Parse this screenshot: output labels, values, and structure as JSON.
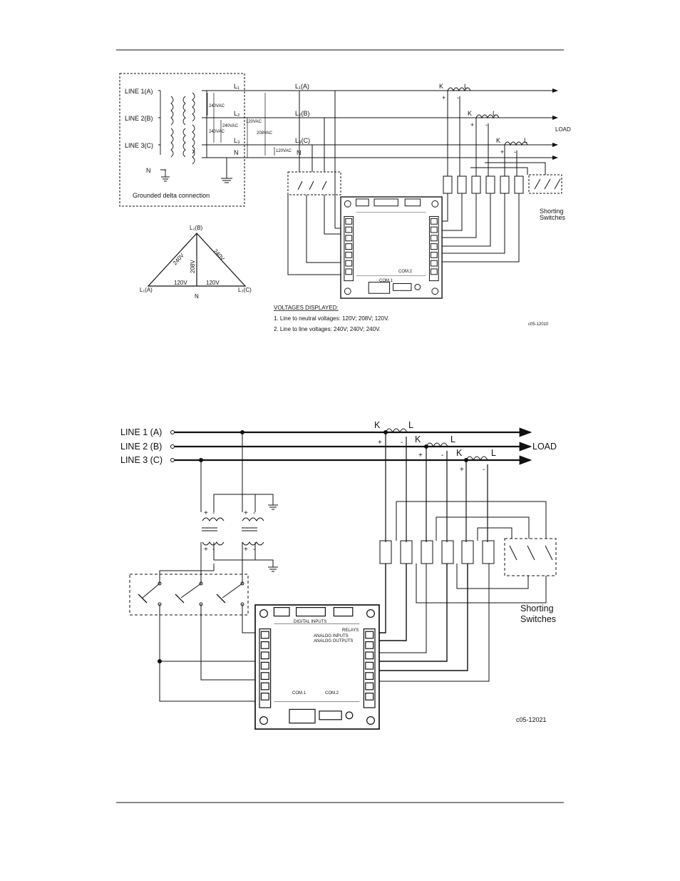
{
  "diagram1": {
    "lines": [
      "LINE 1(A)",
      "LINE 2(B)",
      "LINE 3(C)",
      "N"
    ],
    "box_caption": "Grounded delta connection",
    "voltages": [
      "240VAC",
      "240VAC",
      "240VAC",
      "120VAC",
      "208VAC",
      "120VAC"
    ],
    "phase_labels": [
      "L₁(A)",
      "L₂(B)",
      "L₃(C)",
      "N"
    ],
    "top_labels": [
      "L₁",
      "L₂",
      "L₃",
      "N"
    ],
    "ct_labels": [
      "K",
      "L",
      "+",
      "-"
    ],
    "load": "LOAD",
    "shorting": [
      "Shorting",
      "Switches"
    ],
    "triangle": {
      "top": "L₂(B)",
      "left": "L₁(A)",
      "right": "L₃(C)",
      "bottom": "N",
      "side_left": "240V",
      "side_right": "240V",
      "center": "208V",
      "base_left": "120V",
      "base_right": "120V"
    },
    "voltages_displayed": {
      "title": "VOLTAGES DISPLAYED:",
      "items": [
        "1. Line to neutral voltages: 120V; 208V; 120V.",
        "2. Line to line voltages: 240V; 240V; 240V."
      ]
    },
    "code": "c05-12010"
  },
  "diagram2": {
    "lines": [
      "LINE 1  (A)",
      "LINE 2  (B)",
      "LINE 3  (C)"
    ],
    "load": "LOAD",
    "ct_labels": [
      "K",
      "L",
      "+",
      "-"
    ],
    "shorting": [
      "Shorting",
      "Switches"
    ],
    "code": "c05-12021"
  },
  "meter": {
    "com1": "COM.1",
    "com2": "COM.2",
    "digital_inputs": "DIGITAL INPUTS",
    "analog_inputs": "ANALOG INPUTS",
    "analog_outputs": "ANALOG OUTPUTS",
    "relays": "RELAYS"
  }
}
